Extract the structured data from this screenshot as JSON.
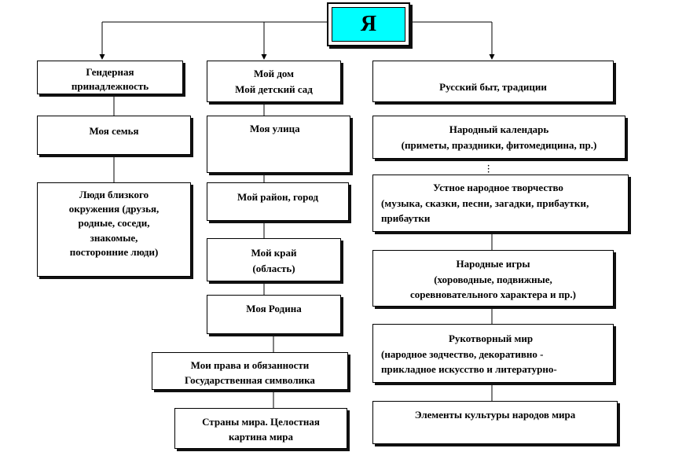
{
  "root": {
    "label": "Я"
  },
  "left": [
    {
      "lines": [
        "Гендерная",
        "принадлежность"
      ]
    },
    {
      "lines": [
        "Моя семья"
      ]
    },
    {
      "lines": [
        "Люди близкого",
        "окружения (друзья,",
        "родные, соседи,",
        "знакомые,",
        "посторонние люди)"
      ]
    }
  ],
  "middle": [
    {
      "lines": [
        "Мой дом",
        "Мой детский сад"
      ]
    },
    {
      "lines": [
        "Моя улица"
      ]
    },
    {
      "lines": [
        "Мой район, город"
      ]
    },
    {
      "lines": [
        "Мой край",
        "(область)"
      ]
    },
    {
      "lines": [
        "Моя Родина"
      ]
    },
    {
      "lines": [
        "Мои права и обязанности",
        "Государственная символика"
      ]
    },
    {
      "lines": [
        "Страны мира.  Целостная",
        "картина мира"
      ]
    }
  ],
  "right": [
    {
      "lines": [
        "Русский быт, традиции"
      ]
    },
    {
      "lines": [
        "Народный календарь",
        "(приметы, праздники, фитомедицина, пр.)"
      ]
    },
    {
      "lines": [
        "Устное народное творчество",
        "(музыка,  сказки,  песни,  загадки,  прибаутки,",
        "прибаутки"
      ]
    },
    {
      "lines": [
        "Народные игры",
        "(хороводные, подвижные,",
        "соревновательного характера и пр.)"
      ]
    },
    {
      "lines": [
        "Рукотворный мир",
        "(народное зодчество,  декоративно -",
        "прикладное искусство  и литературно-"
      ]
    },
    {
      "lines": [
        "Элементы культуры  народов мира"
      ]
    }
  ]
}
